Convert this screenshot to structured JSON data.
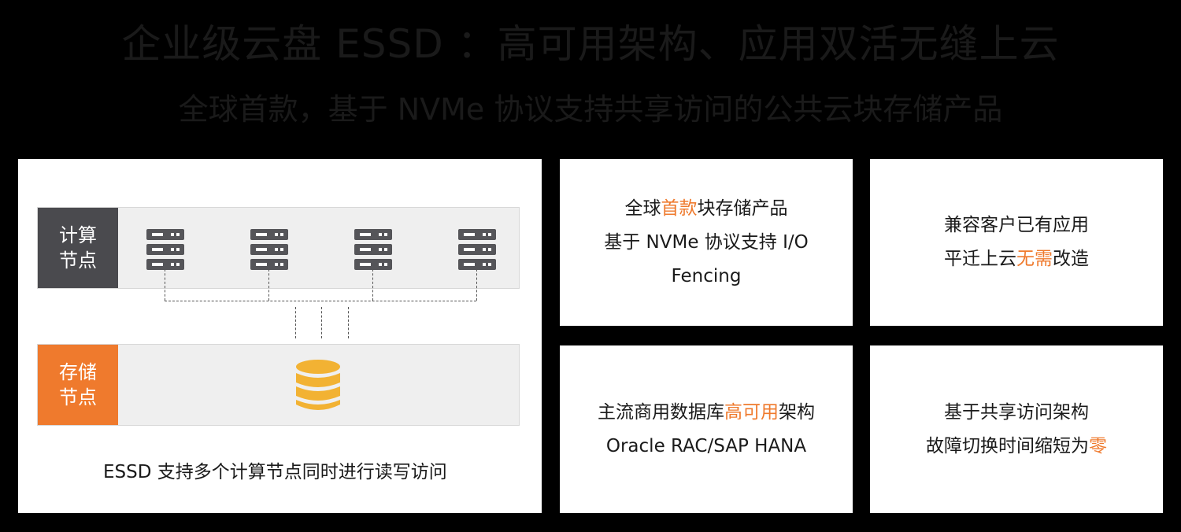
{
  "header": {
    "title": "企业级云盘 ESSD ：高可用架构、应用双活无缝上云",
    "subtitle": "全球首款，基于 NVMe 协议支持共享访问的公共云块存储产品"
  },
  "diagram": {
    "compute_label": [
      "计算",
      "节点"
    ],
    "storage_label": [
      "存储",
      "节点"
    ],
    "caption": "ESSD  支持多个计算节点同时进行读写访问"
  },
  "cards": {
    "c1": {
      "l1_pre": "全球",
      "l1_hl": "首款",
      "l1_post": "块存储产品",
      "l2": "基于 NVMe 协议支持 I/O",
      "l3": "Fencing"
    },
    "c2": {
      "l1": "兼容客户已有应用",
      "l2_pre": "平迁上云",
      "l2_hl": "无需",
      "l2_post": "改造"
    },
    "c3": {
      "l1_pre": "主流商用数据库",
      "l1_hl": "高可用",
      "l1_post": "架构",
      "l2": "Oracle RAC/SAP HANA"
    },
    "c4": {
      "l1": "基于共享访问架构",
      "l2_pre": "故障切换时间缩短为",
      "l2_hl": "零"
    }
  },
  "colors": {
    "accent": "#ef7a2d",
    "compute_label_bg": "#4a4a4e",
    "background": "#000000"
  }
}
